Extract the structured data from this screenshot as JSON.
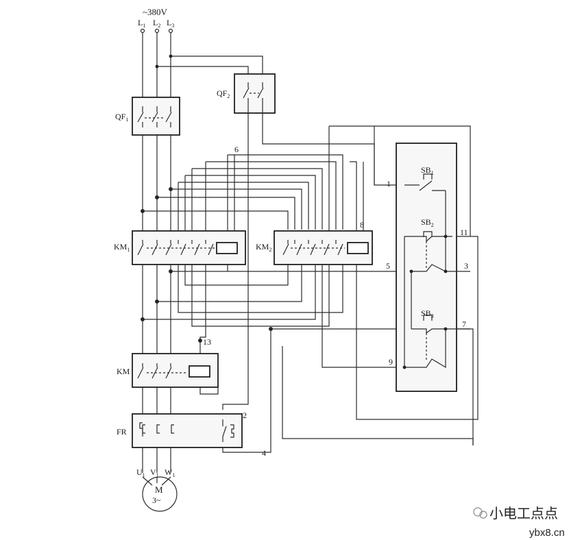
{
  "supply": {
    "voltage": "~380V",
    "phases": [
      "L",
      "L",
      "L"
    ],
    "phase_subs": [
      "1",
      "2",
      "3"
    ]
  },
  "devices": {
    "qf1": {
      "label": "QF",
      "sub": "1"
    },
    "qf2": {
      "label": "QF",
      "sub": "2"
    },
    "km1": {
      "label": "KM",
      "sub": "1"
    },
    "km2": {
      "label": "KM",
      "sub": "2"
    },
    "km": {
      "label": "KM"
    },
    "fr": {
      "label": "FR"
    },
    "sb1": {
      "label": "SB",
      "sub": "1"
    },
    "sb2": {
      "label": "SB",
      "sub": "2"
    },
    "sb3": {
      "label": "SB",
      "sub": "3"
    }
  },
  "node_numbers": [
    "1",
    "2",
    "3",
    "4",
    "5",
    "6",
    "7",
    "8",
    "9",
    "11",
    "13"
  ],
  "motor": {
    "terminals": [
      "U",
      "V",
      "W"
    ],
    "terminal_subs": [
      "1",
      "1",
      "1"
    ],
    "name": "M",
    "spec": "3~"
  },
  "watermark": {
    "brand": "小电工点点",
    "site": "ybx8.cn"
  }
}
